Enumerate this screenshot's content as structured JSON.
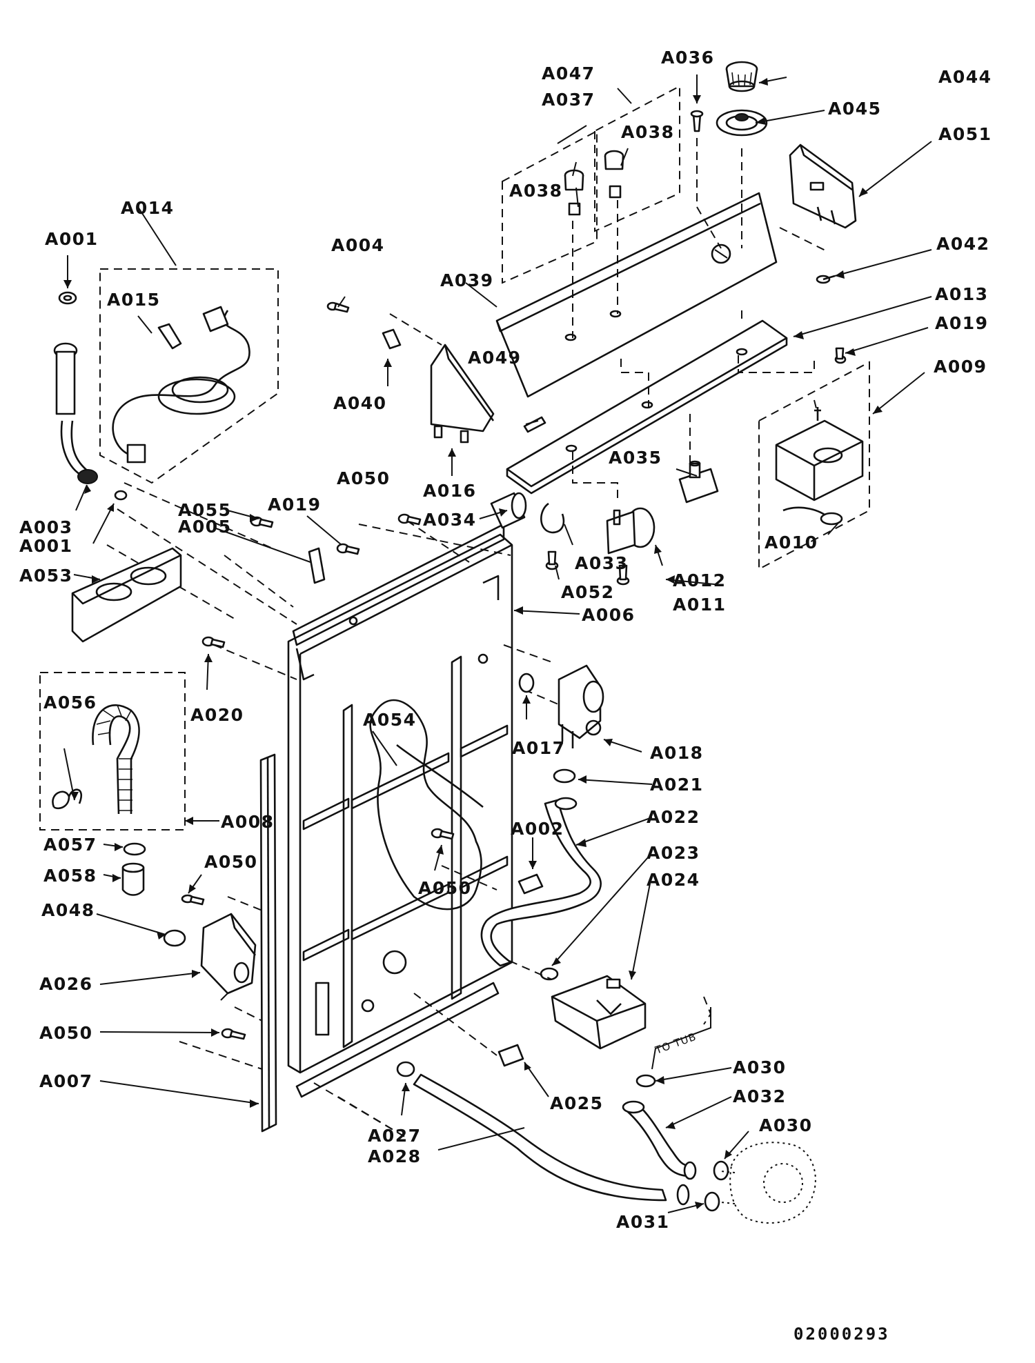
{
  "labels": {
    "A001_top": "A001",
    "A001_bottom": "A001",
    "A002": "A002",
    "A003": "A003",
    "A004": "A004",
    "A005": "A005",
    "A006": "A006",
    "A007": "A007",
    "A008": "A008",
    "A009": "A009",
    "A010": "A010",
    "A011": "A011",
    "A012": "A012",
    "A013": "A013",
    "A014": "A014",
    "A015": "A015",
    "A016": "A016",
    "A017": "A017",
    "A018": "A018",
    "A019_left": "A019",
    "A019_right": "A019",
    "A020": "A020",
    "A021": "A021",
    "A022": "A022",
    "A023": "A023",
    "A024": "A024",
    "A025": "A025",
    "A026": "A026",
    "A027": "A027",
    "A028": "A028",
    "A030_top": "A030",
    "A030_bottom": "A030",
    "A031": "A031",
    "A032": "A032",
    "A033": "A033",
    "A034": "A034",
    "A035": "A035",
    "A036": "A036",
    "A037": "A037",
    "A038_left": "A038",
    "A038_right": "A038",
    "A039": "A039",
    "A040": "A040",
    "A042": "A042",
    "A044": "A044",
    "A045": "A045",
    "A047": "A047",
    "A048": "A048",
    "A049": "A049",
    "A050_top": "A050",
    "A050_center": "A050",
    "A050_mid_left": "A050",
    "A050_lower_left": "A050",
    "A051": "A051",
    "A052": "A052",
    "A053": "A053",
    "A054": "A054",
    "A055": "A055",
    "A056": "A056",
    "A057": "A057",
    "A058": "A058"
  },
  "to_tub": "TO TUB",
  "drawing_number": "02000293"
}
